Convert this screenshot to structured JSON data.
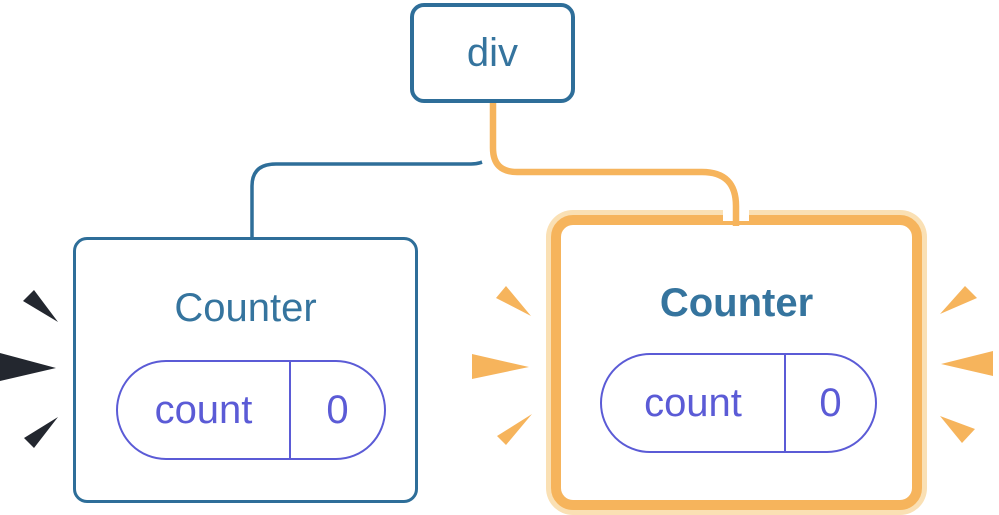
{
  "diagram": {
    "root": {
      "label": "div"
    },
    "children": [
      {
        "title": "Counter",
        "state_key": "count",
        "state_value": "0",
        "highlight": "none"
      },
      {
        "title": "Counter",
        "state_key": "count",
        "state_value": "0",
        "highlight": "orange"
      }
    ]
  },
  "icons": {
    "left_burst": "spark-burst-dark",
    "right_inner_burst": "spark-burst-orange",
    "right_outer_burst": "spark-burst-orange"
  },
  "colors": {
    "background": "#FFFFFF",
    "blue_border": "#2E6E99",
    "blue_text": "#35749E",
    "indigo": "#5B5BD6",
    "orange": "#F6B45C",
    "orange_light": "#FAE0B4",
    "spark_dark": "#23272F"
  }
}
